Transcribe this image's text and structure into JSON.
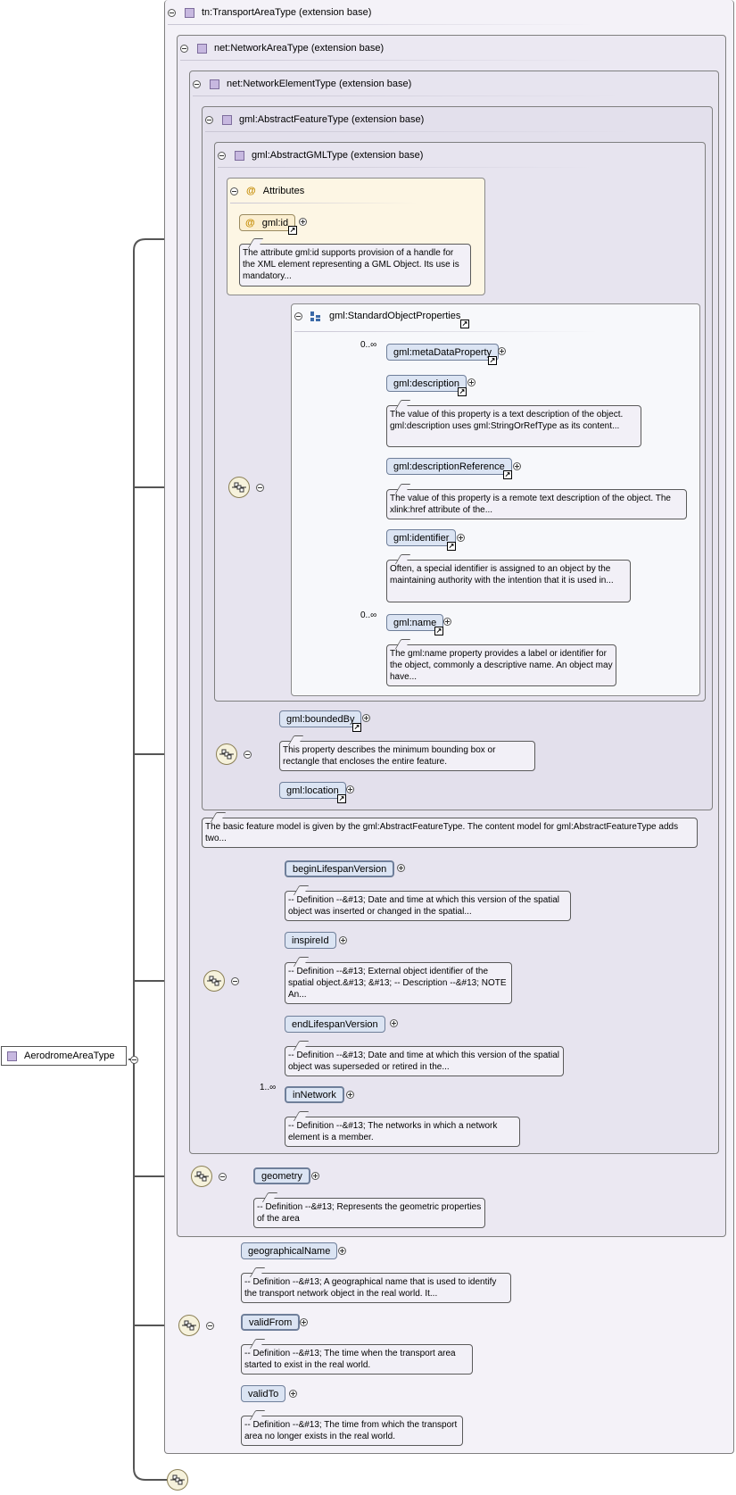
{
  "root": {
    "label": "AerodromeAreaType"
  },
  "extensions": {
    "transport_area": "tn:TransportAreaType (extension base)",
    "network_area": "net:NetworkAreaType (extension base)",
    "network_element": "net:NetworkElementType (extension base)",
    "abstract_feature": "gml:AbstractFeatureType (extension base)",
    "abstract_gml": "gml:AbstractGMLType (extension base)"
  },
  "attributes": {
    "header": "Attributes",
    "id_label": "gml:id",
    "id_note": "The attribute gml:id supports provision of a handle for the XML element representing a GML Object. Its use is mandatory..."
  },
  "standard_object_properties": {
    "header": "gml:StandardObjectProperties",
    "meta_data_property": {
      "label": "gml:metaDataProperty",
      "multiplicity": "0..∞"
    },
    "description": {
      "label": "gml:description",
      "note": "The value of this property is a text description of the object. gml:description uses gml:StringOrRefType as its content..."
    },
    "description_reference": {
      "label": "gml:descriptionReference",
      "note": "The value of this property is a remote text description of the object. The xlink:href attribute of the..."
    },
    "identifier": {
      "label": "gml:identifier",
      "note": "Often, a special identifier is assigned to an object by the maintaining authority with the intention that it is used in..."
    },
    "name": {
      "label": "gml:name",
      "multiplicity": "0..∞",
      "note": "The gml:name property provides a label or identifier for the object, commonly a descriptive name. An object may have..."
    }
  },
  "feature_props": {
    "bounded_by": {
      "label": "gml:boundedBy",
      "note": "This property describes the minimum bounding box or rectangle that encloses the entire feature."
    },
    "location": {
      "label": "gml:location"
    },
    "abstract_feature_note": "The basic feature model is given by the gml:AbstractFeatureType. The content model for gml:AbstractFeatureType adds two..."
  },
  "network_element_props": {
    "begin_lifespan": {
      "label": "beginLifespanVersion",
      "note": "-- Definition --&#13; Date and time at which this version of the spatial object was inserted or changed in the spatial..."
    },
    "inspire_id": {
      "label": "inspireId",
      "note": "-- Definition --&#13; External object identifier of the spatial object.&#13; &#13; -- Description --&#13; NOTE An..."
    },
    "end_lifespan": {
      "label": "endLifespanVersion",
      "note": "-- Definition --&#13; Date and time at which this version of the spatial object was superseded or retired in the..."
    },
    "in_network": {
      "label": "inNetwork",
      "multiplicity": "1..∞",
      "note": "-- Definition --&#13; The networks in which a network element is a member."
    }
  },
  "network_area_props": {
    "geometry": {
      "label": "geometry",
      "note": "-- Definition --&#13; Represents the geometric properties of the area"
    }
  },
  "transport_area_props": {
    "geographical_name": {
      "label": "geographicalName",
      "note": "-- Definition --&#13; A geographical name that is used to identify the transport network object in the real world. It..."
    },
    "valid_from": {
      "label": "validFrom",
      "note": "-- Definition --&#13; The time when the transport area started to exist in the real world."
    },
    "valid_to": {
      "label": "validTo",
      "note": "-- Definition --&#13; The time from which the transport area no longer exists in the real world."
    }
  },
  "icons": [
    "collapse-icon",
    "expand-icon",
    "reference-arrow-icon",
    "sequence-icon",
    "attribute-icon",
    "group-icon",
    "complex-type-icon"
  ],
  "colors": {
    "element_fill": "#dbe4f3",
    "attribute_panel": "#fdf6e4",
    "sequence_fill": "#f6f2dc",
    "type_box": "#ebe8f2"
  }
}
